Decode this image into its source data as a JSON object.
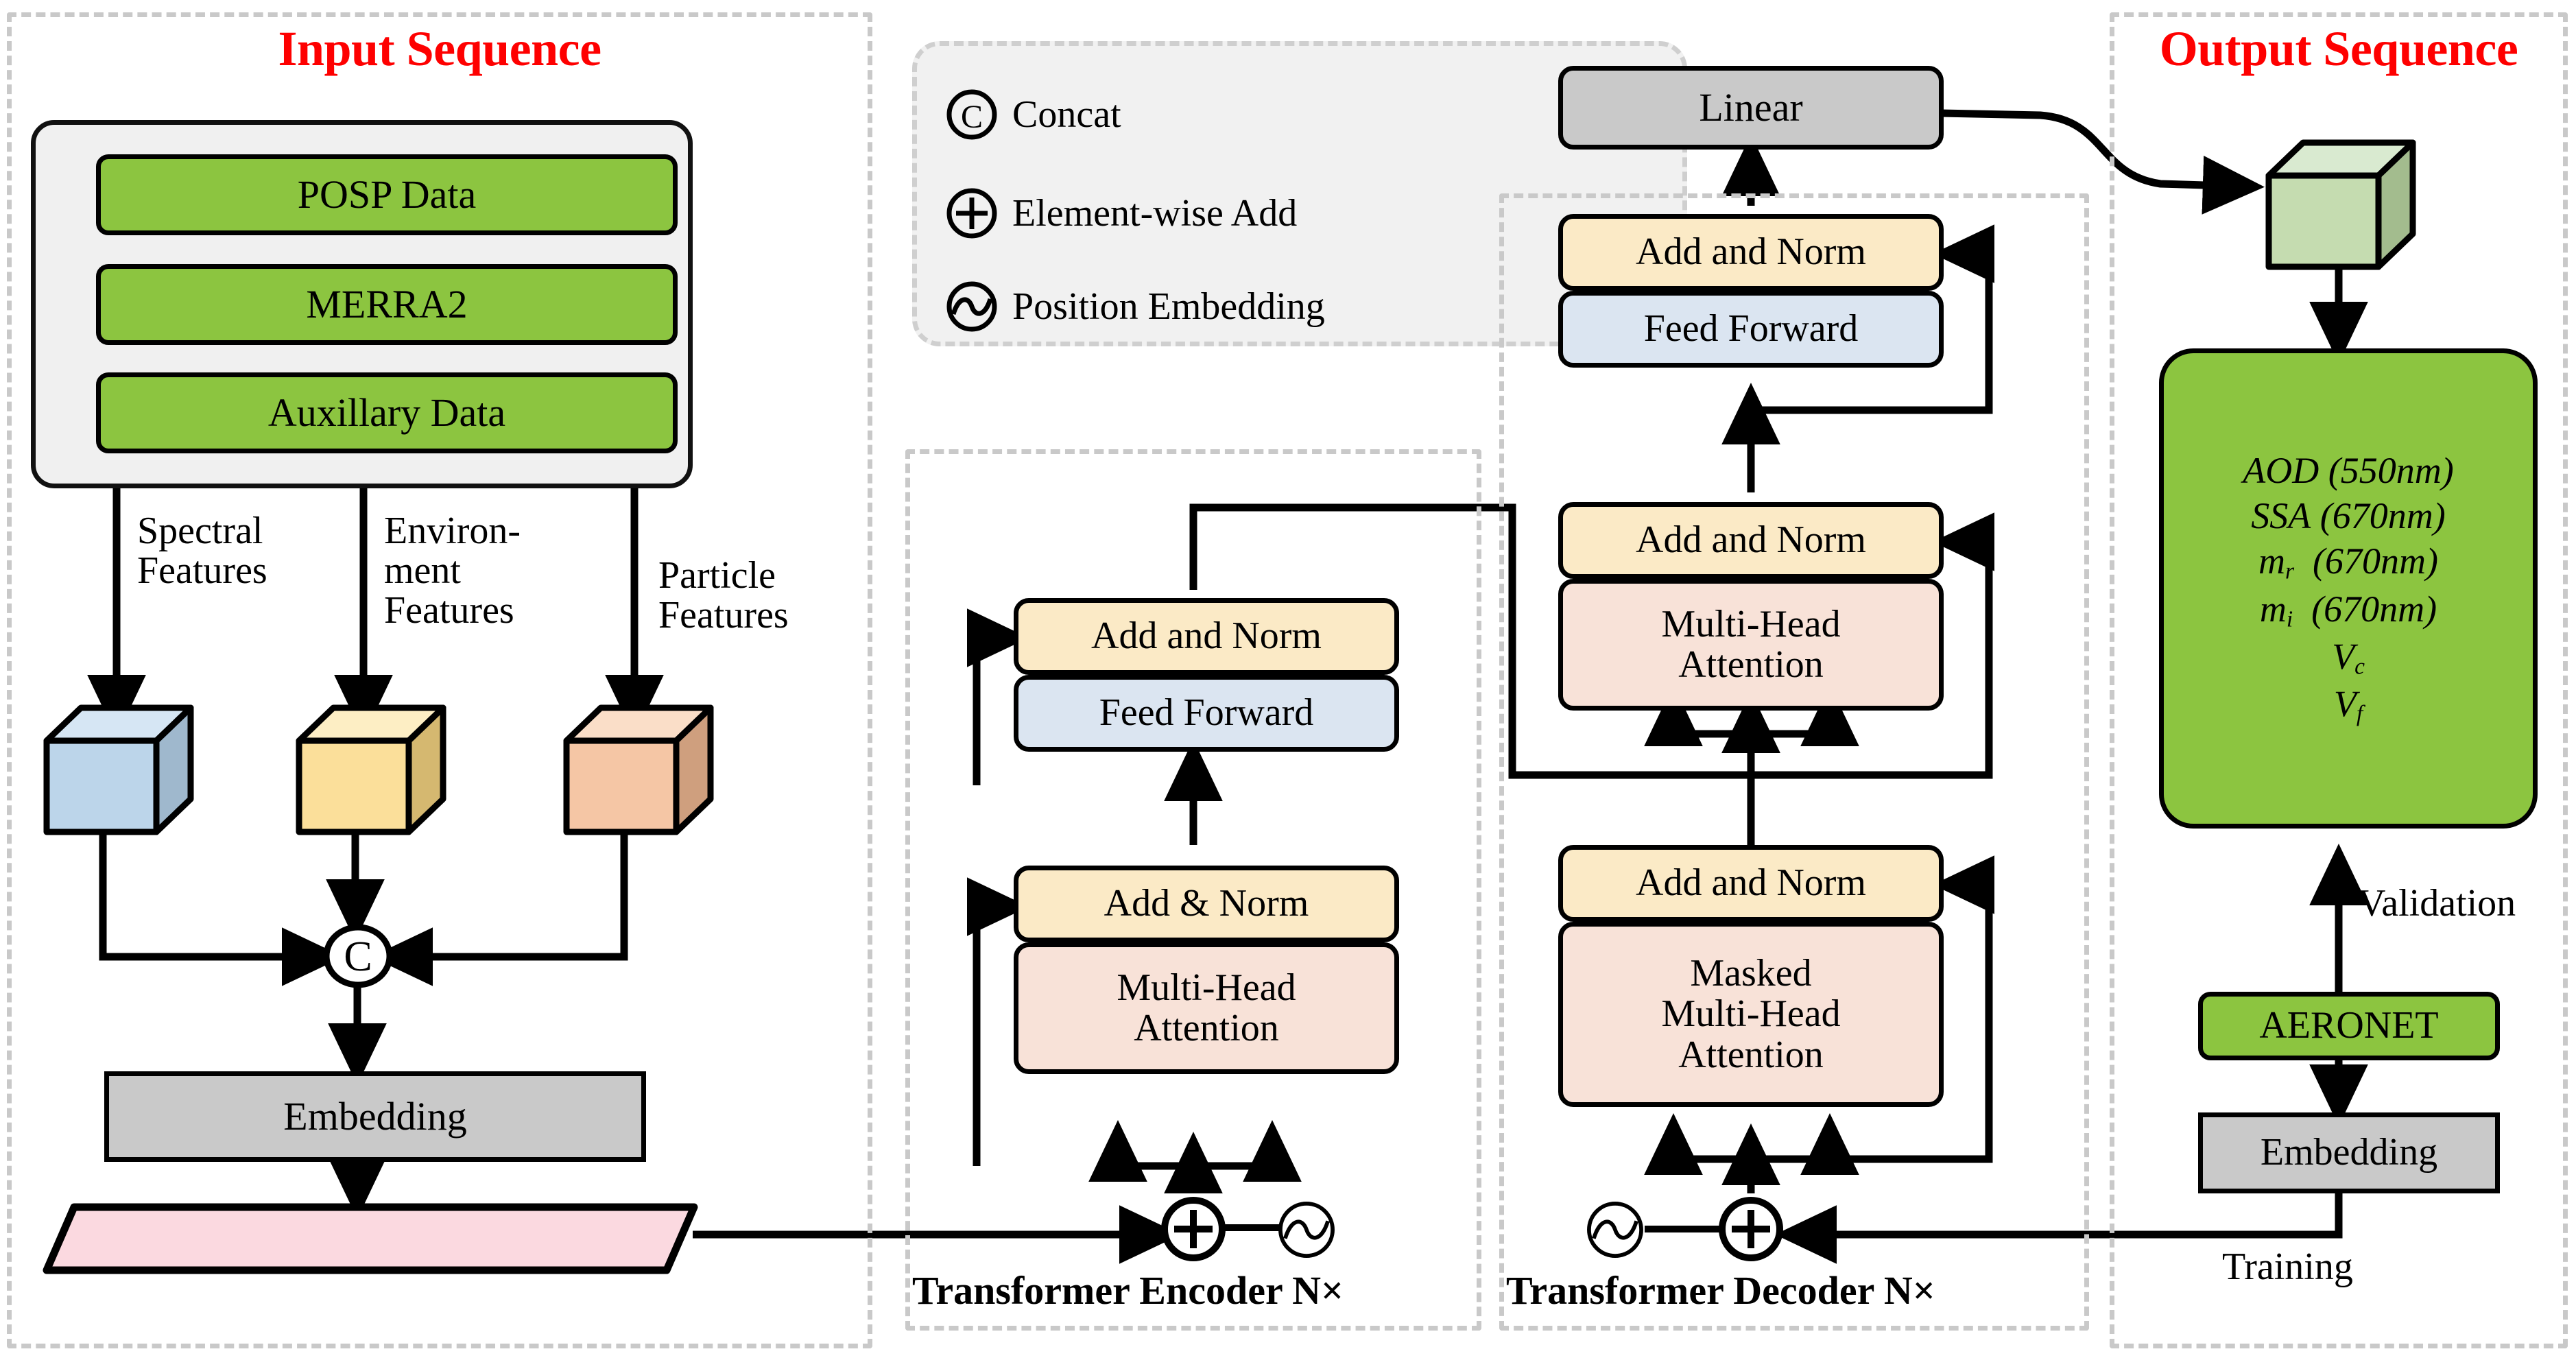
{
  "panels": {
    "input": {
      "title": "Input Sequence"
    },
    "output": {
      "title": "Output Sequence"
    },
    "encoder": {
      "caption": "Transformer Encoder N×"
    },
    "decoder": {
      "caption": "Transformer Decoder N×"
    }
  },
  "input_stack": {
    "items": [
      {
        "label": "POSP Data"
      },
      {
        "label": "MERRA2"
      },
      {
        "label": "Auxillary Data"
      }
    ]
  },
  "feature_labels": [
    {
      "label": "Spectral\nFeatures"
    },
    {
      "label": "Environ-\nment\nFeatures"
    },
    {
      "label": "Particle\nFeatures"
    }
  ],
  "cubes": {
    "spectral": {
      "name": "spectral-features-cube",
      "face": "#bcd5ea",
      "top": "#d6e6f4",
      "side": "#9fb8cd"
    },
    "environment": {
      "name": "environment-features-cube",
      "face": "#fbdf9a",
      "top": "#fdeec4",
      "side": "#d5b870"
    },
    "particle": {
      "name": "particle-features-cube",
      "face": "#f5c6a5",
      "top": "#fadec8",
      "side": "#cf9f7e"
    },
    "output": {
      "name": "output-cube",
      "face": "#c5dcb0",
      "top": "#d9ead0",
      "side": "#a3bc8e"
    }
  },
  "left_flow": {
    "concat_symbol": "C",
    "embedding_label": "Embedding",
    "sequence_bar_color": "#fbd9e0"
  },
  "legend": {
    "items": [
      {
        "glyph": "C",
        "icon": "concat-icon",
        "label": "Concat"
      },
      {
        "glyph": "+",
        "icon": "plus-icon",
        "label": "Element-wise Add"
      },
      {
        "glyph": "~",
        "icon": "position-embedding-icon",
        "label": "Position Embedding"
      }
    ]
  },
  "encoder": {
    "blocks": [
      {
        "label": "Add and Norm",
        "style": "cream"
      },
      {
        "label": "Feed Forward",
        "style": "blue"
      },
      {
        "label": "Add & Norm",
        "style": "cream"
      },
      {
        "label": "Multi-Head\nAttention",
        "style": "peach"
      }
    ],
    "add_symbol": "+",
    "position_icon": "position-embedding-icon"
  },
  "decoder": {
    "blocks": [
      {
        "label": "Add and Norm",
        "style": "cream"
      },
      {
        "label": "Feed Forward",
        "style": "blue"
      },
      {
        "label": "Add and Norm",
        "style": "cream"
      },
      {
        "label": "Multi-Head\nAttention",
        "style": "peach"
      },
      {
        "label": "Add and Norm",
        "style": "cream"
      },
      {
        "label": "Masked\nMulti-Head\nAttention",
        "style": "peach"
      }
    ],
    "add_symbol": "+",
    "position_icon": "position-embedding-icon"
  },
  "head": {
    "linear_label": "Linear"
  },
  "output": {
    "products": [
      "AOD (550nm)",
      "SSA (670nm)",
      "m_r (670nm)",
      "m_i (670nm)",
      "V_c",
      "V_f"
    ],
    "aeronet_label": "AERONET",
    "embedding_label": "Embedding",
    "validation_label": "Validation",
    "training_label": "Training"
  },
  "colors": {
    "green": "#8cc540",
    "grey": "#c9c9c9",
    "cream": "#fbeac6",
    "blue": "#dbe5f1",
    "peach": "#f8e2d8",
    "title_red": "#fe0000",
    "panel_dash": "#c9c9c9"
  }
}
